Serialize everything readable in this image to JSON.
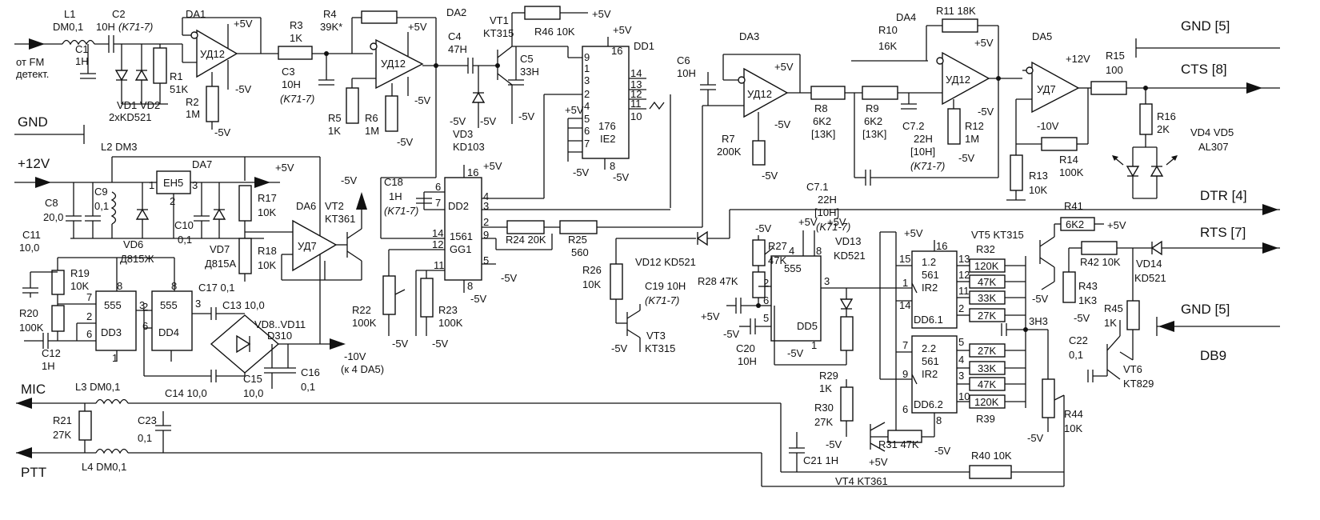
{
  "ports": {
    "gnd5_top": "GND [5]",
    "cts": "CTS [8]",
    "dtr": "DTR [4]",
    "rts": "RTS [7]",
    "gnd5_bot": "GND [5]",
    "db9": "DB9",
    "mic": "MIC",
    "ptt": "PTT",
    "gnd_left": "GND",
    "p12v": "+12V",
    "fm_in_1": "от FM",
    "fm_in_2": "детект."
  },
  "ics": {
    "da1": {
      "ref": "DA1",
      "part": "УД12"
    },
    "da2": {
      "ref": "DA2",
      "part": "УД12"
    },
    "da3": {
      "ref": "DA3",
      "part": "УД12"
    },
    "da4": {
      "ref": "DA4",
      "part": "УД12"
    },
    "da5": {
      "ref": "DA5",
      "part": "УД7"
    },
    "da6": {
      "ref": "DA6",
      "part": "УД7"
    },
    "da7": {
      "ref": "DA7",
      "part": "ЕН5"
    },
    "dd1": {
      "ref": "DD1",
      "line1": "176",
      "line2": "IE2"
    },
    "dd2": {
      "ref": "DD2",
      "line1": "1561",
      "line2": "GG1"
    },
    "dd3": {
      "ref": "DD3",
      "part": "555"
    },
    "dd4": {
      "ref": "DD4",
      "part": "555"
    },
    "dd5": {
      "ref": "DD5",
      "part": "555"
    },
    "dd61": {
      "ref": "DD6.1",
      "line1": "1.2",
      "line2": "561",
      "line3": "IR2"
    },
    "dd62": {
      "ref": "DD6.2",
      "line1": "2.2",
      "line2": "561",
      "line3": "IR2"
    }
  },
  "labels": {
    "l1": "L1",
    "l1v": "DM0,1",
    "c1": "C1",
    "c1v": "1H",
    "c2": "C2",
    "c2v": "10H",
    "k71": "(K71-7)",
    "vd12": "VD1 VD2",
    "vd12v": "2xKD521",
    "r1": "R1",
    "r1v": "51K",
    "r2": "R2",
    "r2v": "1M",
    "r3": "R3",
    "r3v": "1K",
    "r4": "R4",
    "r4v": "39K*",
    "c3": "C3",
    "c3v": "10H",
    "r5": "R5",
    "r5v": "1K",
    "r6": "R6",
    "r6v": "1M",
    "c4": "C4",
    "c4v": "47H",
    "vt1": "VT1",
    "vt1v": "KT315",
    "c5": "C5",
    "c5v": "33H",
    "r46": "R46 10K",
    "vd3": "VD3",
    "vd3v": "KD103",
    "c6": "C6",
    "c6v": "10H",
    "r7": "R7",
    "r7v": "200K",
    "r8": "R8",
    "r8v": "6K2",
    "r8v2": "[13K]",
    "r9": "R9",
    "r9v": "6K2",
    "r9v2": "[13K]",
    "r10": "R10",
    "r10v": "16K",
    "r11": "R11 18K",
    "c72": "C7.2",
    "c72v": "22H",
    "c72v2": "[10H]",
    "c71": "C7.1",
    "c71v": "22H",
    "c71v2": "[10H]",
    "r12": "R12",
    "r12v": "1M",
    "r13": "R13",
    "r13v": "10K",
    "r14": "R14",
    "r14v": "100K",
    "r15": "R15",
    "r15v": "100",
    "r16": "R16",
    "r16v": "2K",
    "vd45": "VD4 VD5",
    "vd45v": "AL307",
    "neg10v": "-10V",
    "p12": "+12V",
    "l2": "L2 DM3",
    "c8": "C8",
    "c8v": "20,0",
    "c9": "C9",
    "c9v": "0,1",
    "vd6": "VD6",
    "vd6v": "Д815Ж",
    "c10": "C10",
    "c10v": "0,1",
    "vd7": "VD7",
    "vd7v": "Д815А",
    "r17": "R17",
    "r17v": "10K",
    "r18": "R18",
    "r18v": "10K",
    "vt2": "VT2",
    "vt2v": "KT361",
    "c18": "C18",
    "c18v": "1H",
    "r24": "R24 20K",
    "r25": "R25",
    "r25v": "560",
    "r22": "R22",
    "r22v": "100K",
    "r23": "R23",
    "r23v": "100K",
    "c11": "C11",
    "c11v": "10,0",
    "r19": "R19",
    "r19v": "10K",
    "r20": "R20",
    "r20v": "100K",
    "c12": "C12",
    "c12v": "1H",
    "c17": "C17 0,1",
    "c13": "C13 10,0",
    "vd811": "VD8..VD11",
    "vd811v": "D310",
    "c14": "C14 10,0",
    "c15": "C15",
    "c15v": "10,0",
    "c16": "C16",
    "c16v": "0,1",
    "neg10_out": "-10V",
    "neg10_out2": "(к 4 DA5)",
    "r26": "R26",
    "r26v": "10K",
    "vd12kd": "VD12 KD521",
    "c19": "C19 10H",
    "vt3": "VT3",
    "vt3v": "KT315",
    "r27": "R27",
    "r27v": "47K",
    "r28": "R28 47K",
    "vd13": "VD13",
    "vd13v": "KD521",
    "c20": "C20",
    "c20v": "10H",
    "r29": "R29",
    "r29v": "1K",
    "r30": "R30",
    "r30v": "27K",
    "r31": "R31 47K",
    "c21": "C21 1H",
    "r32": "R32",
    "r39": "R39",
    "vt5": "VT5 KT315",
    "r41": "R41",
    "r41v": "6K2",
    "r42": "R42 10K",
    "vd14": "VD14",
    "vd14v": "KD521",
    "r43": "R43",
    "r43v": "1K3",
    "r45": "R45",
    "r45v": "1K",
    "c22": "C22",
    "c22v": "0,1",
    "vt6": "VT6",
    "vt6v": "KT829",
    "r44": "R44",
    "r44v": "10K",
    "r40": "R40 10K",
    "vt4": "VT4 KT361",
    "c33": "3H3",
    "l3": "L3 DM0,1",
    "r21": "R21",
    "r21v": "27K",
    "c23": "C23",
    "c23v": "0,1",
    "l4": "L4 DM0,1",
    "res_a1": "120K",
    "res_a2": "47K",
    "res_a3": "33K",
    "res_a4": "27K",
    "res_b1": "27K",
    "res_b2": "33K",
    "res_b3": "47K",
    "res_b4": "120K"
  },
  "rails": {
    "p5": "+5V",
    "m5": "-5V",
    "p12": "+12V"
  }
}
